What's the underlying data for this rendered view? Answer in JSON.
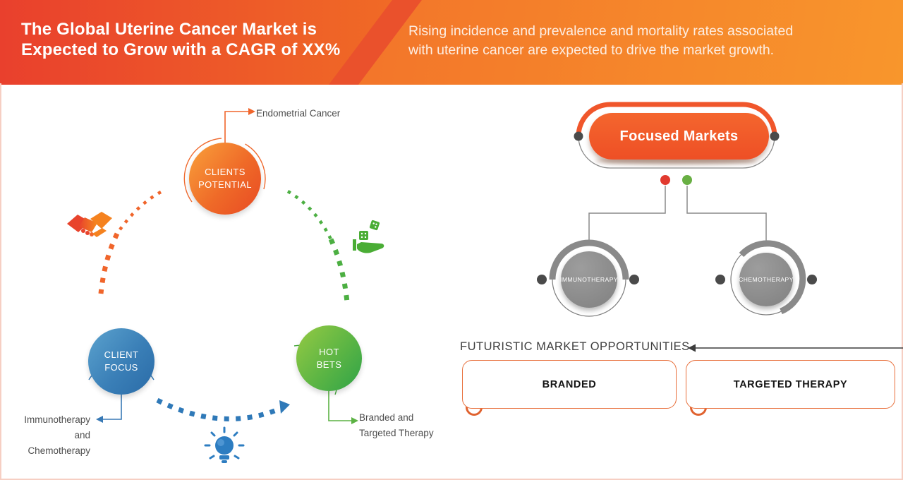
{
  "header": {
    "title": "The Global Uterine Cancer Market is\nExpected to Grow with a CAGR of XX%",
    "subtitle": "Rising incidence and prevalence and mortality rates associated\nwith uterine cancer are expected to drive the market growth."
  },
  "cycle": {
    "clients_potential_label": "CLIENTS\nPOTENTIAL",
    "client_focus_label": "CLIENT\nFOCUS",
    "hot_bets_label": "HOT\nBETS",
    "callout_top": "Endometrial Cancer",
    "callout_left": "Immunotherapy\nand\nChemotherapy",
    "callout_right": "Branded and\nTargeted Therapy",
    "icons": {
      "top_left": "handshake-icon",
      "right": "dice-hand-icon",
      "bottom": "lightbulb-icon"
    }
  },
  "market_tree": {
    "root_label": "Focused Markets",
    "nodes": [
      "IMMUNOTHERAPY",
      "CHEMOTHERAPY"
    ]
  },
  "opportunities": {
    "heading": "FUTURISTIC MARKET OPPORTUNITIES",
    "items": [
      "BRANDED",
      "TARGETED THERAPY"
    ]
  },
  "colors": {
    "accent_orange": "#f0582a",
    "accent_blue": "#2f79b8",
    "accent_green": "#4caf42",
    "tree_gray": "#8a8a8a",
    "dot_dark": "#4a4a4a",
    "dot_red": "#e13a2f",
    "dot_green": "#68af43",
    "text_gray": "#4d4d4d",
    "box_border": "#e8703c"
  }
}
